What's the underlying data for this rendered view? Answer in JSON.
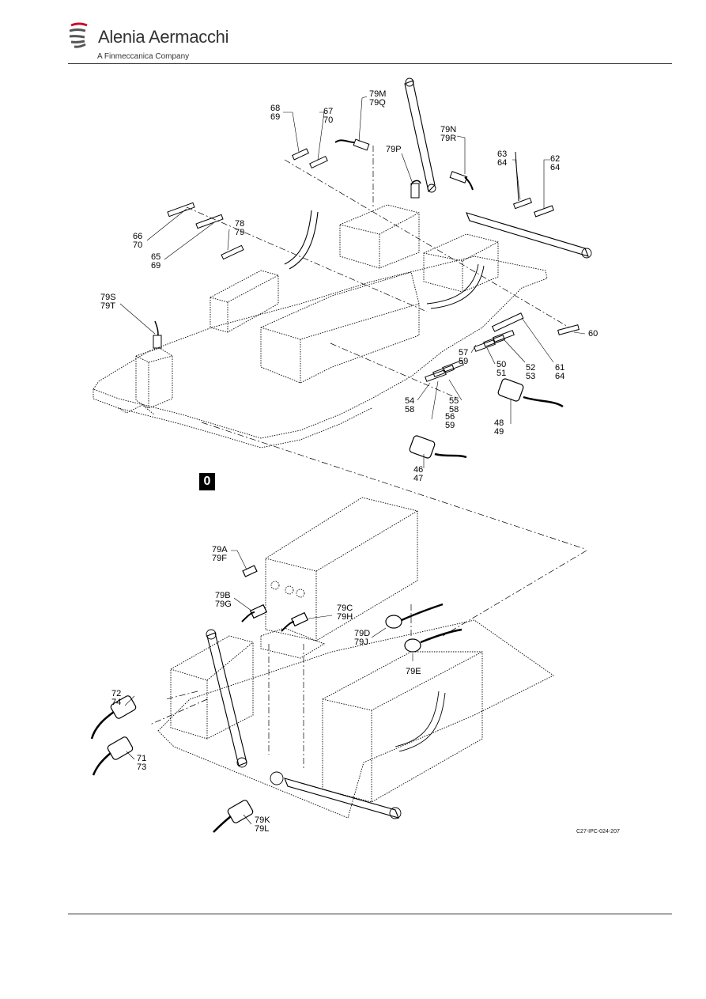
{
  "header": {
    "company_name": "Alenia Aermacchi",
    "company_subtitle": "A Finmeccanica Company",
    "logo_icon": "alenia-swoosh-icon"
  },
  "figure": {
    "view_label": "0",
    "code": "C27-IPC-024-207"
  },
  "callouts": {
    "c68_69": "68\n69",
    "c67_70": "67\n70",
    "c79M_79Q": "79M\n79Q",
    "c79P": "79P",
    "c79N_79R": "79N\n79R",
    "c63_64": "63\n64",
    "c62_64": "62\n64",
    "c66_70": "66\n70",
    "c65_69": "65\n69",
    "c78_79": "78\n79",
    "c79S_79T": "79S\n79T",
    "c60": "60",
    "c61_64": "61\n64",
    "c57_59": "57\n59",
    "c50_51": "50\n51",
    "c52_53": "52\n53",
    "c54_58": "54\n58",
    "c55_58": "55\n58",
    "c56_59": "56\n59",
    "c48_49": "48\n49",
    "c46_47": "46\n47",
    "c79A_79F": "79A\n79F",
    "c79B_79G": "79B\n79G",
    "c79C_79H": "79C\n79H",
    "c79D_79J": "79D\n79J",
    "c79E": "79E",
    "c72_74": "72\n74",
    "c71_73": "71\n73",
    "c79K_79L": "79K\n79L"
  }
}
